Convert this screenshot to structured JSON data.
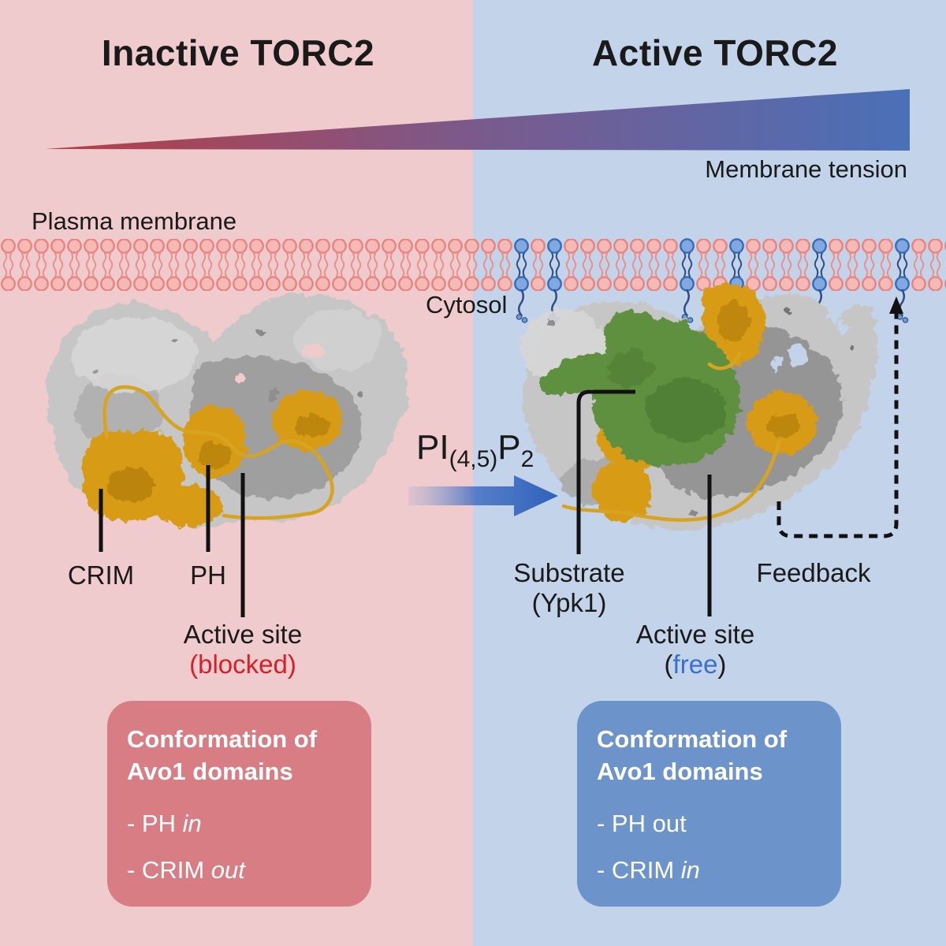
{
  "panels": {
    "inactive": {
      "title": "Inactive TORC2"
    },
    "active": {
      "title": "Active TORC2"
    }
  },
  "gradient_bar": {
    "label": "Membrane tension"
  },
  "membrane": {
    "label": "Plasma membrane",
    "cytosol_label": "Cytosol"
  },
  "left_labels": {
    "crim": "CRIM",
    "ph": "PH",
    "active_site": "Active site",
    "active_site_state": "(blocked)"
  },
  "arrow_label": {
    "seg_pi": "PI",
    "seg_sub1": "(4,5)",
    "seg_p": "P",
    "seg_sub2": "2"
  },
  "right_labels": {
    "substrate_line1": "Substrate",
    "substrate_line2": "(Ypk1)",
    "active_site": "Active site",
    "paren_open": "(",
    "active_site_state": "free",
    "paren_close": ")",
    "feedback": "Feedback"
  },
  "left_box": {
    "title_line1": "Conformation of",
    "title_line2": "Avo1 domains",
    "item1_text": "- PH ",
    "item1_italic": "in",
    "item2_text": "- CRIM ",
    "item2_italic": "out"
  },
  "right_box": {
    "title_line1": "Conformation of",
    "title_line2": "Avo1 domains",
    "item1_text": "- PH out",
    "item1_italic": "",
    "item2_text": "- CRIM ",
    "item2_italic": "in"
  },
  "colors": {
    "left_bg": "#f0cbce",
    "right_bg": "#c3d3e9",
    "left_box_bg": "#d97d84",
    "right_box_bg": "#6d93cb",
    "red_state": "#d42027",
    "blue_state": "#3a6fd0",
    "wedge_red": "#b73e44",
    "wedge_mid": "#7a5a8c",
    "wedge_blue": "#4a70b8",
    "membrane_pink": "#e8837f",
    "pip2_lipid_blue": "#3c6ab2",
    "arrow_blue": "#2e62bb",
    "protein_gray": "#c6c6c6",
    "protein_orange": "#d79b12",
    "substrate_green": "#5f9040",
    "loop_yellow": "#d7a422"
  }
}
